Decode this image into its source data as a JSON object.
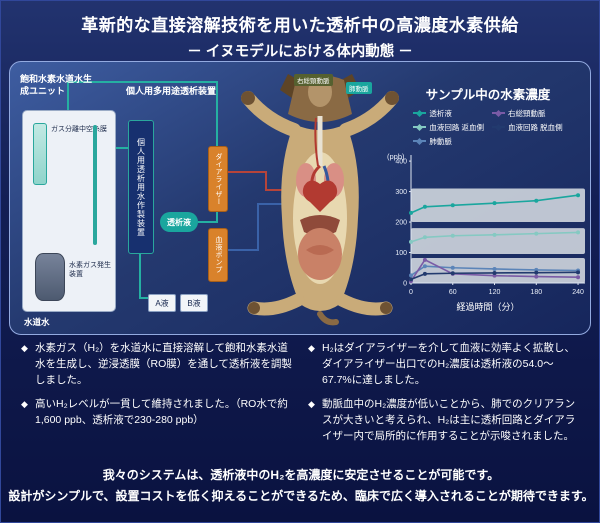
{
  "header": {
    "title_line1": "革新的な直接溶解技術を用いた透析中の高濃度水素供給",
    "title_line2": "－ イヌモデルにおける体内動態 －"
  },
  "diagram": {
    "unit_label": "飽和水素水道水生成ユニット",
    "gas_membrane_label": "ガス分離中空糸膜",
    "h2_generator_label": "水素ガス発生装置",
    "tap_water_label": "水道水",
    "machine_label": "個人用多用途透析装置",
    "ro_unit_label": "個人用透析用水作製装置",
    "dialysate_label": "透析液",
    "dialyzer_label": "ダイアライザー",
    "blood_pump_label": "血液ポンプ",
    "a_solution_label": "A液",
    "b_solution_label": "B液",
    "carotid_tag": "右総頸動脈",
    "pulmonary_tag": "肺動脈"
  },
  "chart_data": {
    "type": "line",
    "title": "サンプル中の水素濃度",
    "ylabel": "(ppb)",
    "xlabel": "経過時間（分）",
    "x": [
      0,
      20,
      60,
      120,
      180,
      240
    ],
    "xticks": [
      0,
      60,
      120,
      180,
      240
    ],
    "yticks": [
      0,
      100,
      200,
      300,
      400
    ],
    "xlim": [
      0,
      250
    ],
    "ylim": [
      0,
      420
    ],
    "bands": [
      [
        200,
        310
      ],
      [
        95,
        180
      ],
      [
        0,
        82
      ]
    ],
    "legend_position": "top",
    "series": [
      {
        "name": "透析液",
        "color": "#1aa69e",
        "values": [
          230,
          250,
          255,
          262,
          270,
          288
        ]
      },
      {
        "name": "血液回路 返血側",
        "color": "#85c9c2",
        "values": [
          135,
          150,
          155,
          158,
          162,
          166
        ]
      },
      {
        "name": "肺動脈",
        "color": "#5b84b8",
        "values": [
          25,
          55,
          50,
          46,
          43,
          41
        ]
      },
      {
        "name": "右総頸動脈",
        "color": "#7a5ba6",
        "values": [
          6,
          76,
          30,
          24,
          21,
          19
        ]
      },
      {
        "name": "血液回路 脱血側",
        "color": "#223a6e",
        "values": [
          12,
          30,
          32,
          33,
          34,
          35
        ]
      }
    ]
  },
  "bullets": {
    "left": [
      "水素ガス（H₂）を水道水に直接溶解して飽和水素水道水を生成し、逆浸透膜（RO膜）を通して透析液を調製しました。",
      "高いH₂レベルが一貫して維持されました。（RO水で約1,600 ppb、透析液で230-280 ppb）"
    ],
    "right": [
      "H₂はダイアライザーを介して血液に効率よく拡散し、ダイアライザー出口でのH₂濃度は透析液の54.0～67.7%に達しました。",
      "動脈血中のH₂濃度が低いことから、肺でのクリアランスが大きいと考えられ、H₂は主に透析回路とダイアライザー内で局所的に作用することが示唆されました。"
    ]
  },
  "footer": {
    "line1": "我々のシステムは、透析液中のH₂を高濃度に安定させることが可能です。",
    "line2": "設計がシンプルで、設置コストを低く抑えることができるため、臨床で広く導入されることが期待できます。"
  },
  "colors": {
    "accent_teal": "#1aa69e",
    "orange": "#d9822b",
    "band_gray": "#ccd3db",
    "background_navy": "#131f55"
  }
}
